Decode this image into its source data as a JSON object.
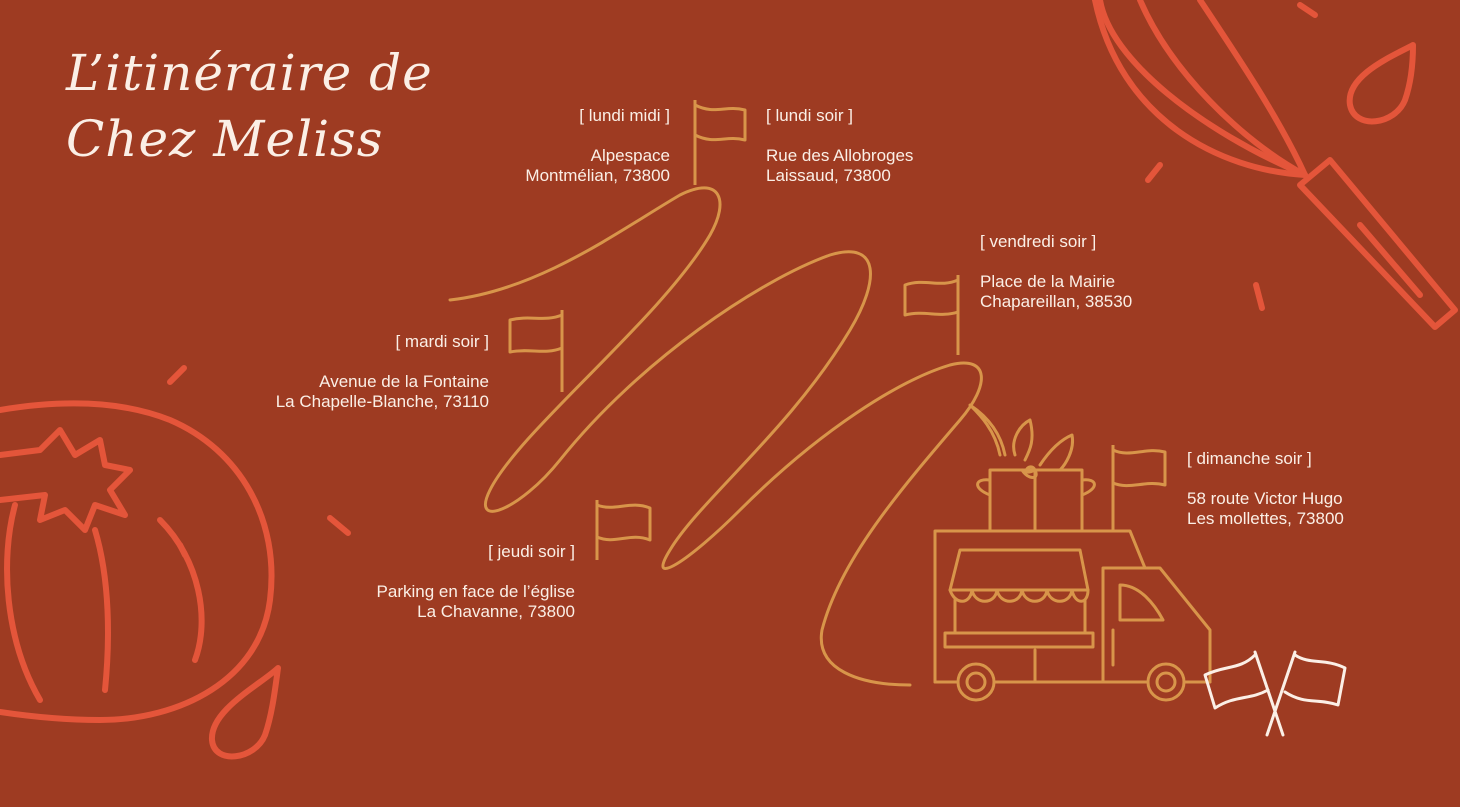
{
  "title": {
    "line1": "L’itinéraire de",
    "line2": "Chez Meliss"
  },
  "stops": [
    {
      "when": "[ lundi midi ]",
      "place": "Alpespace",
      "city": "Montmélian, 73800"
    },
    {
      "when": "[ lundi soir ]",
      "place": "Rue des Allobroges",
      "city": "Laissaud, 73800"
    },
    {
      "when": "[ mardi soir ]",
      "place": "Avenue de la Fontaine",
      "city": "La Chapelle-Blanche, 73110"
    },
    {
      "when": "[ jeudi soir ]",
      "place": "Parking en face de l’église",
      "city": "La Chavanne, 73800"
    },
    {
      "when": "[ vendredi soir ]",
      "place": "Place de la Mairie",
      "city": "Chapareillan, 38530"
    },
    {
      "when": "[ dimanche soir ]",
      "place": "58 route Victor Hugo",
      "city": "Les mollettes, 73800"
    }
  ],
  "colors": {
    "background": "#9e3b22",
    "route": "#d8954a",
    "decor": "#e4553a",
    "text": "#fbefe6"
  }
}
